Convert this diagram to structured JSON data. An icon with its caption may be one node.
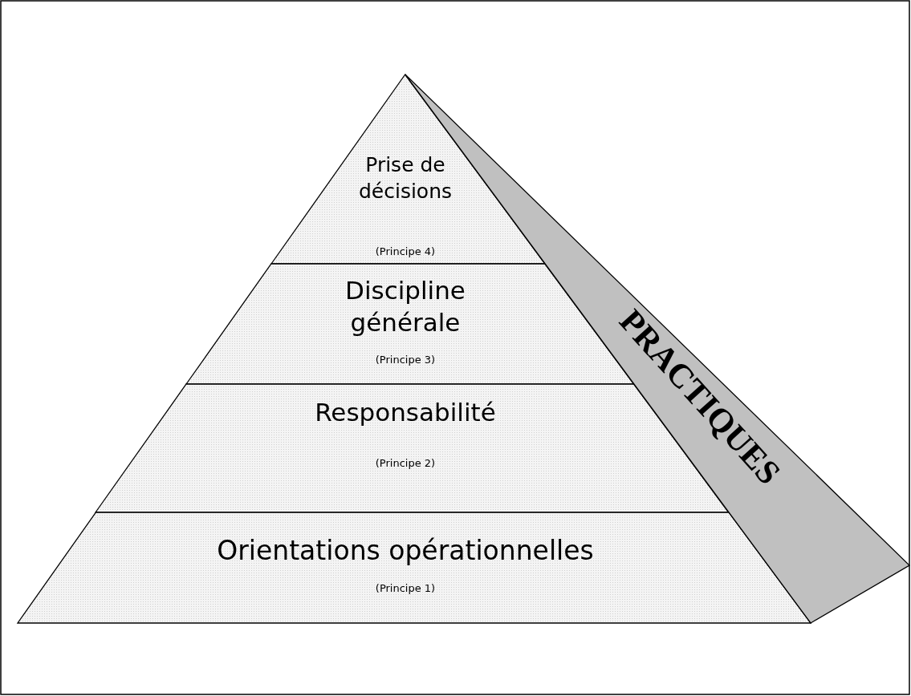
{
  "diagram": {
    "nodes": [
      {
        "text": [
          "Prise de décisions",
          "(Principe 4)"
        ]
      },
      {
        "text": [
          "Discipline générale",
          "(Principe 3)"
        ]
      },
      {
        "text": [
          "Responsabilité",
          "(Principe 2)"
        ]
      },
      {
        "text": [
          "Orientations opérationnelles",
          "(Principe 1)"
        ]
      },
      {
        "text": [
          "PRACTIQUES"
        ]
      }
    ]
  }
}
